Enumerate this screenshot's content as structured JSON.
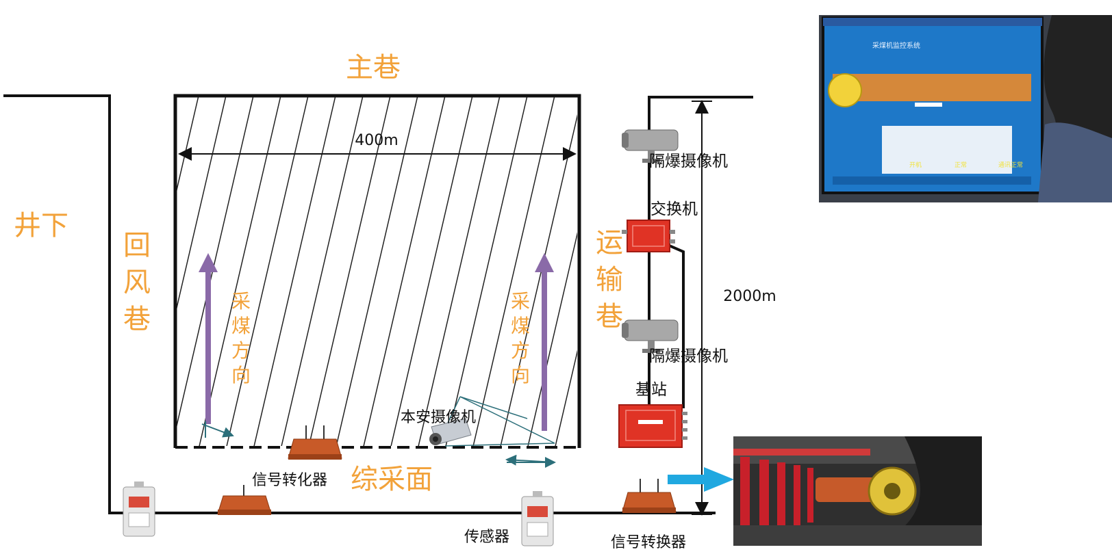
{
  "labels": {
    "main_roadway": "主巷",
    "underground": "井下",
    "return_air_roadway": "回风巷",
    "transport_roadway": "运输巷",
    "mining_direction": "采煤方向",
    "fully_mechanized_face": "综采面",
    "width_dimension": "400m",
    "length_dimension": "2000m"
  },
  "devices": {
    "explosion_proof_camera": "隔爆摄像机",
    "switch": "交换机",
    "base_station": "基站",
    "intrinsic_camera": "本安摄像机",
    "signal_converter_a": "信号转化器",
    "signal_converter_b": "信号转换器",
    "sensor": "传感器"
  },
  "monitor": {
    "title": "采煤机监控系统",
    "statuses": [
      "开机",
      "正常",
      "通讯正常"
    ]
  },
  "colors": {
    "label_orange": "#f2a23a",
    "arrow_purple": "#8a6aa8",
    "device_red": "#e03325",
    "converter_orange": "#c85a28",
    "pointer_blue": "#20a8e0",
    "screen_blue": "#1e78c8"
  }
}
